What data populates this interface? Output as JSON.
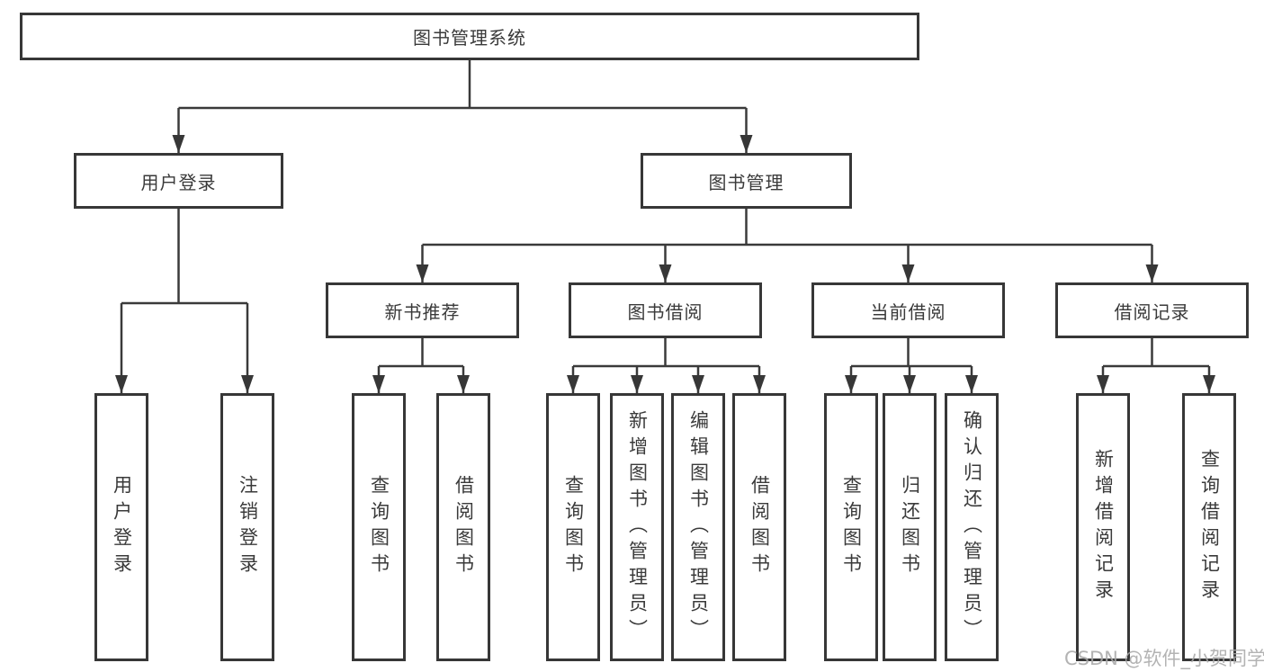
{
  "colors": {
    "line": "#3a3a3a",
    "box_border": "#373737",
    "box_fill": "#ffffff",
    "text": "#3a3a3a",
    "watermark": "#a8a8a8",
    "background": "#ffffff"
  },
  "watermark": {
    "text": "CSDN @软件_小贺同学"
  },
  "tree": {
    "label": "图书管理系统",
    "children": [
      {
        "label": "用户登录",
        "children": [
          {
            "label": "用户登录"
          },
          {
            "label": "注销登录"
          }
        ]
      },
      {
        "label": "图书管理",
        "children": [
          {
            "label": "新书推荐",
            "children": [
              {
                "label": "查询图书"
              },
              {
                "label": "借阅图书"
              }
            ]
          },
          {
            "label": "图书借阅",
            "children": [
              {
                "label": "查询图书"
              },
              {
                "label": "新增图书（管理员）"
              },
              {
                "label": "编辑图书（管理员）"
              },
              {
                "label": "借阅图书"
              }
            ]
          },
          {
            "label": "当前借阅",
            "children": [
              {
                "label": "查询图书"
              },
              {
                "label": "归还图书"
              },
              {
                "label": "确认归还（管理员）"
              }
            ]
          },
          {
            "label": "借阅记录",
            "children": [
              {
                "label": "新增借阅记录"
              },
              {
                "label": "查询借阅记录"
              }
            ]
          }
        ]
      }
    ]
  }
}
